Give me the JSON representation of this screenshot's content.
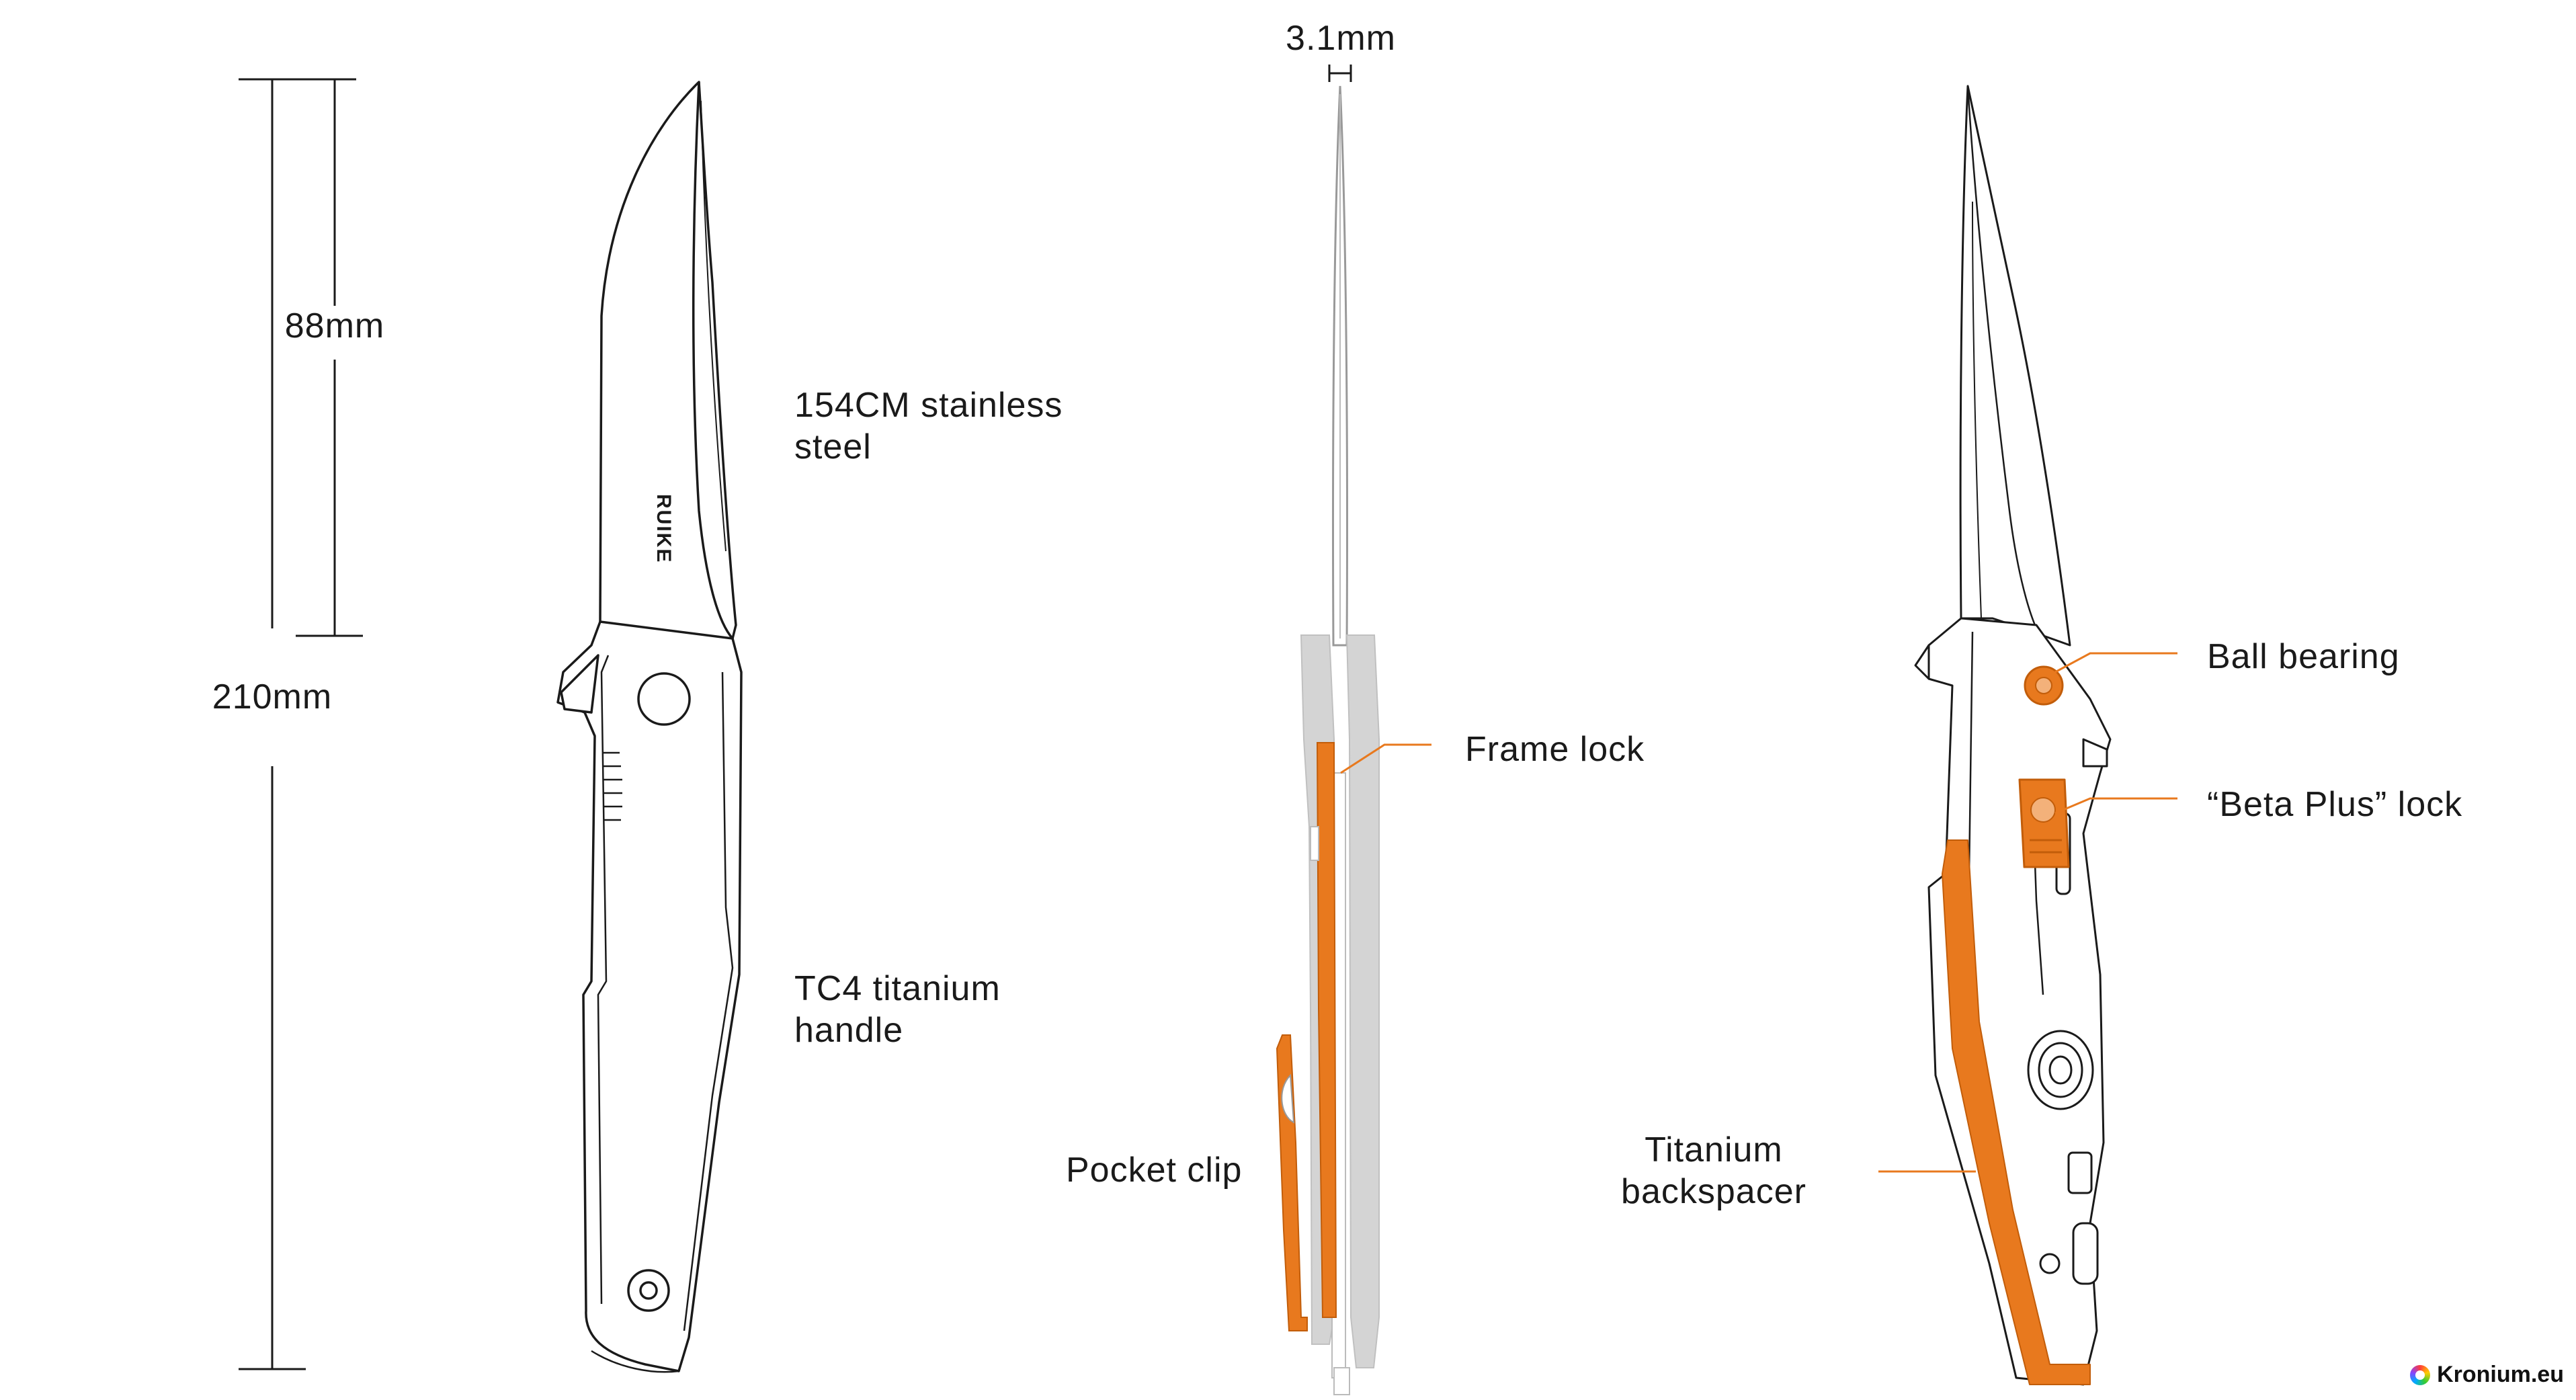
{
  "dimensions": {
    "blade_length": "88mm",
    "overall_length": "210mm",
    "blade_thickness": "3.1mm"
  },
  "labels": {
    "blade_steel": [
      "154CM stainless",
      "steel"
    ],
    "handle": [
      "TC4 titanium",
      "handle"
    ],
    "frame_lock": "Frame lock",
    "pocket_clip": "Pocket clip",
    "ball_bearing": "Ball bearing",
    "beta_plus_lock": "“Beta Plus” lock",
    "backspacer": [
      "Titanium",
      "backspacer"
    ]
  },
  "blade_logo": "RUIKE",
  "watermark": {
    "text": "Kronium.eu",
    "icon": "rainbow-ring-icon"
  },
  "colors": {
    "accent": "#E8791E",
    "line": "#1a1a1a",
    "text": "#1a1a1a",
    "profile_grey": "#d4d4d4"
  }
}
